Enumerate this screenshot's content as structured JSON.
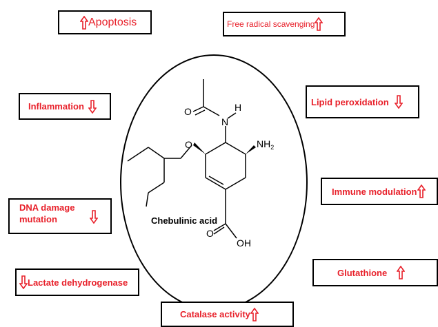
{
  "colors": {
    "label": "#e8202a",
    "arrow": "#e8202a",
    "border": "#000000",
    "bond": "#000000"
  },
  "labels": {
    "apoptosis": "Apoptosis",
    "free_radical": "Free radical scavenging",
    "inflammation": "Inflammation",
    "lipid": "Lipid peroxidation",
    "immune": "Immune modulation",
    "dna_line1": "DNA damage",
    "dna_line2": "mutation",
    "lactate": "Lactate dehydrogenase",
    "glutathione": "Glutathione",
    "catalase": "Catalase activity"
  },
  "icons": {
    "up": "arrow-up-icon",
    "down": "arrow-down-icon"
  },
  "molecule": {
    "name": "Chebulinic acid",
    "atom_o1": "O",
    "atom_n": "N",
    "atom_h": "H",
    "atom_o2": "O",
    "atom_nh2_main": "NH",
    "atom_nh2_sub": "2",
    "atom_o3": "O",
    "atom_oh": "OH"
  }
}
